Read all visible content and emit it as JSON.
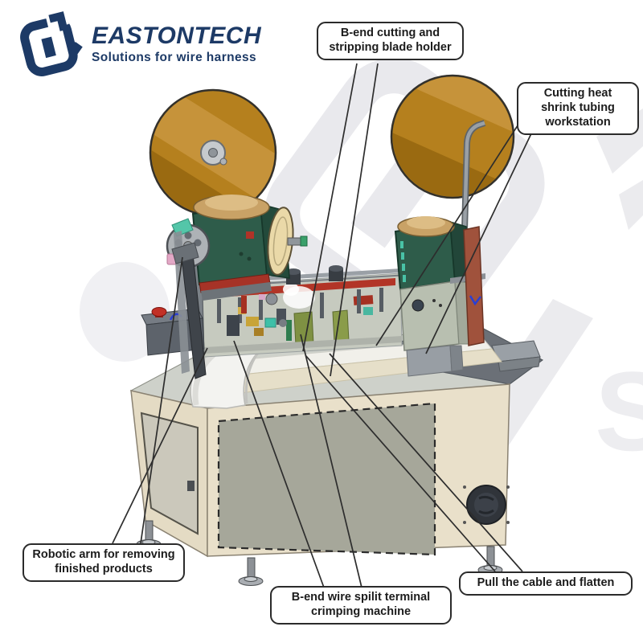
{
  "brand": {
    "name": "EASTONTECH",
    "tagline": "Solutions for wire harness",
    "color": "#1d3a66"
  },
  "callouts": [
    {
      "id": "blade-holder",
      "text": "B-end cutting and stripping blade holder"
    },
    {
      "id": "heat-shrink",
      "text": "Cutting heat shrink tubing workstation"
    },
    {
      "id": "robotic-arm",
      "text": "Robotic arm for removing finished products"
    },
    {
      "id": "crimping",
      "text": "B-end wire spilit terminal crimping machine"
    },
    {
      "id": "pull-flatten",
      "text": "Pull the cable and flatten"
    }
  ],
  "machine_colors": {
    "reel_orange": "#b5801e",
    "reel_shadow": "#9a6a11",
    "press_green": "#2e5c4a",
    "dome_tan": "#c9a266",
    "cabinet_beige": "#e9e0ca",
    "door_gray": "#a6a79a",
    "deck_gray": "#ced1ca",
    "deck_dark": "#6b7077",
    "brick_panel": "#a0523c",
    "accent_red": "#b23527",
    "watermark_gray": "#e9e9ed",
    "callout_border": "#2b2b2b"
  }
}
